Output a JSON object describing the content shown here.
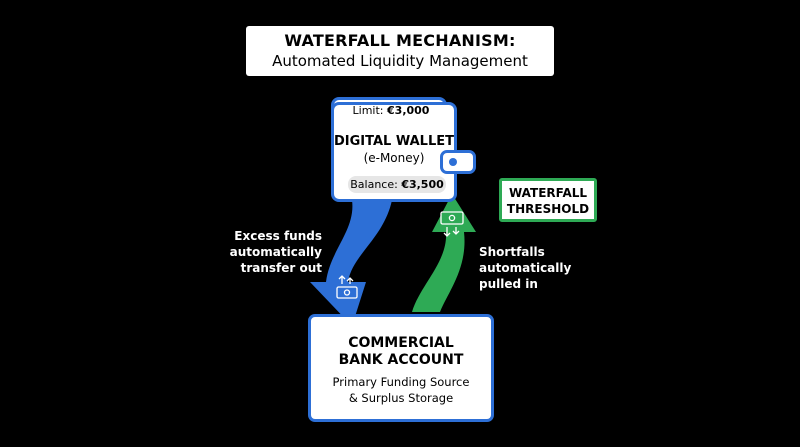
{
  "title": {
    "main": "WATERFALL MECHANISM:",
    "subtitle": "Automated Liquidity Management"
  },
  "wallet": {
    "limit_prefix": "Limit: ",
    "limit_value": "€3,000",
    "name": "DIGITAL WALLET",
    "type": "(e-Money)",
    "balance_prefix": "Balance: ",
    "balance_value": "€3,500"
  },
  "threshold": {
    "line1": "WATERFALL",
    "line2": "THRESHOLD"
  },
  "flows": {
    "out_line1": "Excess funds",
    "out_line2": "automatically",
    "out_line3": "transfer out",
    "in_line1": "Shortfalls",
    "in_line2": "automatically",
    "in_line3": "pulled in"
  },
  "bank": {
    "name_line1": "COMMERCIAL",
    "name_line2": "BANK ACCOUNT",
    "desc_line1": "Primary Funding Source",
    "desc_line2": "& Surplus Storage"
  },
  "colors": {
    "accent_blue": "#2d6fd6",
    "accent_green": "#2eaa55",
    "background": "#000000"
  },
  "icons": [
    "money-transfer-icon",
    "money-transfer-icon",
    "wallet-clasp-icon"
  ]
}
